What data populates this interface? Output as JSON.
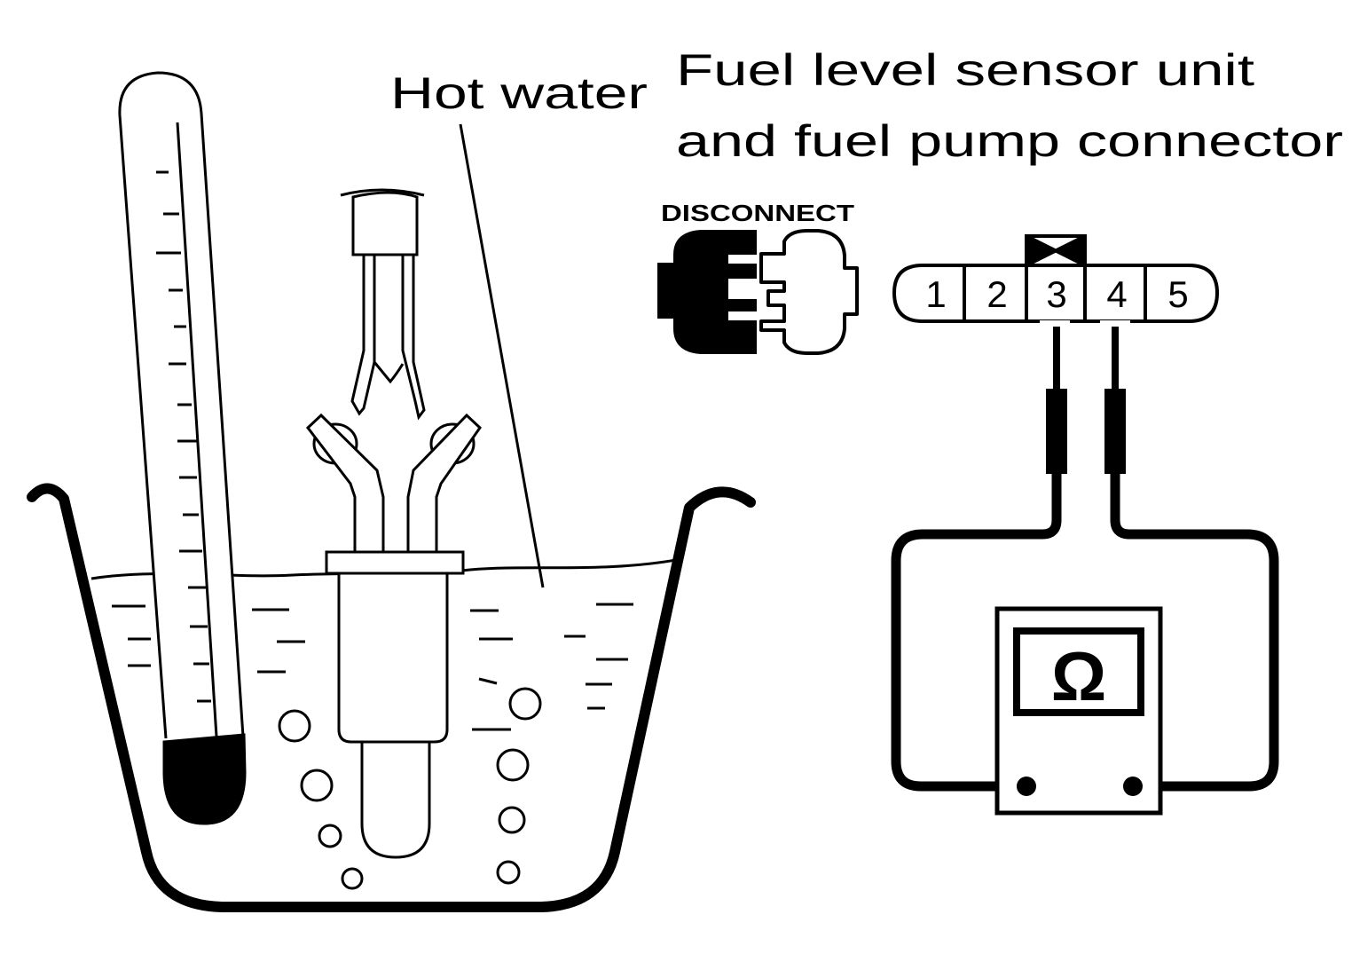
{
  "labels": {
    "hot_water": "Hot water",
    "title_line1": "Fuel level sensor unit",
    "title_line2": "and fuel pump connector",
    "disconnect": "DISCONNECT"
  },
  "connector": {
    "pins": [
      "1",
      "2",
      "3",
      "4",
      "5"
    ],
    "measured_pins": [
      "3",
      "4"
    ]
  },
  "meter": {
    "symbol": "Ω"
  },
  "colors": {
    "ink": "#000000",
    "paper": "#ffffff"
  }
}
